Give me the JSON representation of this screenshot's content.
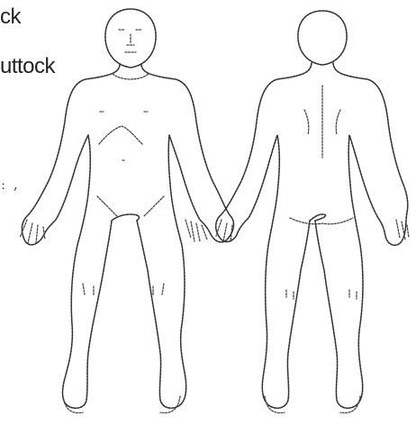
{
  "labels": {
    "top_fragment": "ck",
    "second_fragment": "uttock",
    "specks": ": ,"
  },
  "figures": {
    "front_view": "front-body-outline",
    "back_view": "back-body-outline"
  },
  "colors": {
    "ink": "#333333",
    "paper": "#ffffff"
  }
}
